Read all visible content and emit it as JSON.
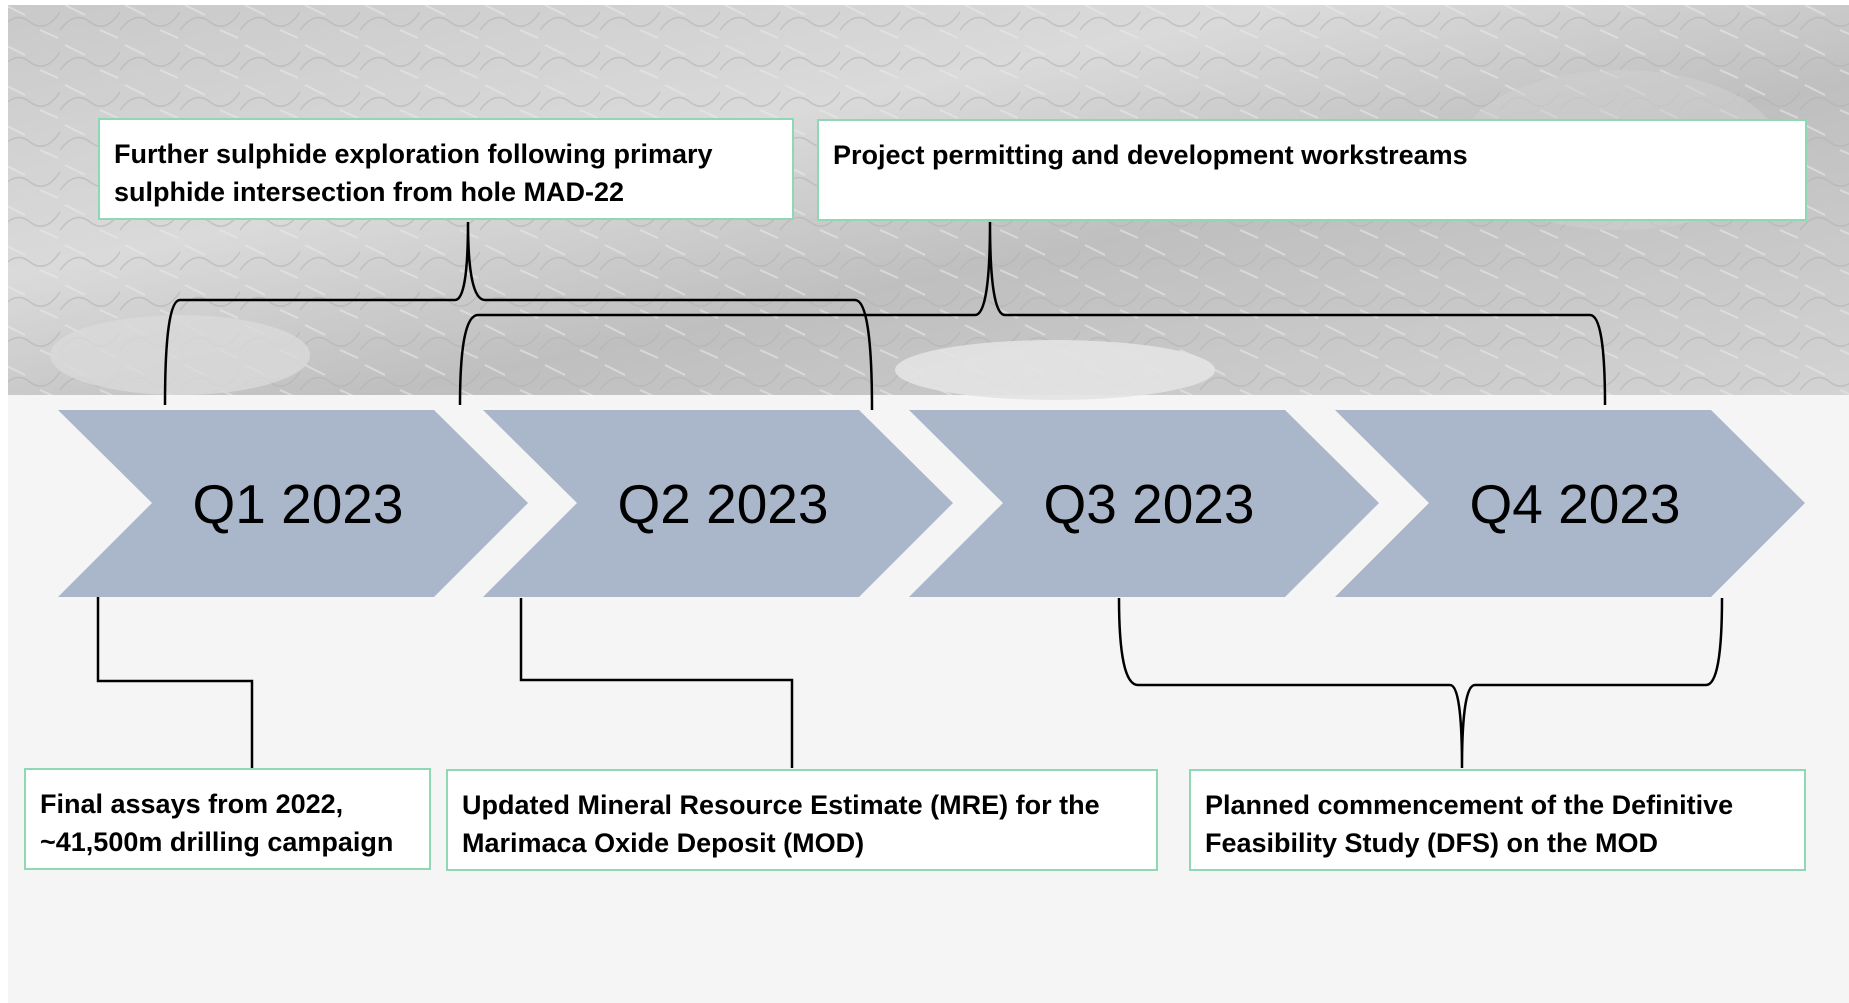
{
  "colors": {
    "chevron": "#aab6c9",
    "box_border": "#8fd8b6",
    "background": "#f5f5f5",
    "connector": "#000000"
  },
  "quarters": [
    "Q1 2023",
    "Q2 2023",
    "Q3 2023",
    "Q4 2023"
  ],
  "top_boxes": [
    {
      "lines": [
        "Further sulphide exploration following primary",
        "sulphide intersection from hole MAD-22"
      ]
    },
    {
      "lines": [
        "Project permitting and development workstreams"
      ]
    }
  ],
  "bottom_boxes": [
    {
      "lines": [
        "Final assays from 2022,",
        "~41,500m drilling campaign"
      ]
    },
    {
      "lines": [
        "Updated Mineral Resource Estimate (MRE) for the",
        "Marimaca Oxide Deposit (MOD)"
      ]
    },
    {
      "lines": [
        "Planned commencement of the Definitive",
        "Feasibility Study (DFS) on the MOD"
      ]
    }
  ]
}
